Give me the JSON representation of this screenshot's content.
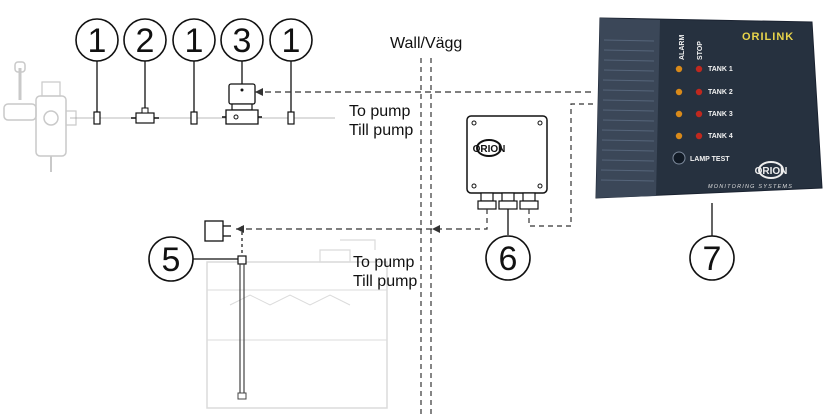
{
  "callouts": {
    "c1a": "1",
    "c2": "2",
    "c1b": "1",
    "c3": "3",
    "c1c": "1",
    "c5": "5",
    "c6": "6",
    "c7": "7"
  },
  "labels": {
    "wall": "Wall/Vägg",
    "to_pump_1": "To pump",
    "till_pump_1": "Till pump",
    "to_pump_2": "To pump",
    "till_pump_2": "Till pump"
  },
  "panel": {
    "brand": "ORILINK",
    "alarm": "ALARM",
    "stop": "STOP",
    "tanks": [
      "TANK 1",
      "TANK 2",
      "TANK 3",
      "TANK 4"
    ],
    "lamp_test": "LAMP TEST",
    "logo": "ORION",
    "subtitle": "MONITORING SYSTEMS",
    "alarm_led_color": "#d98a1a",
    "stop_led_color": "#c0281e"
  },
  "junction_box": {
    "logo": "ORION"
  }
}
